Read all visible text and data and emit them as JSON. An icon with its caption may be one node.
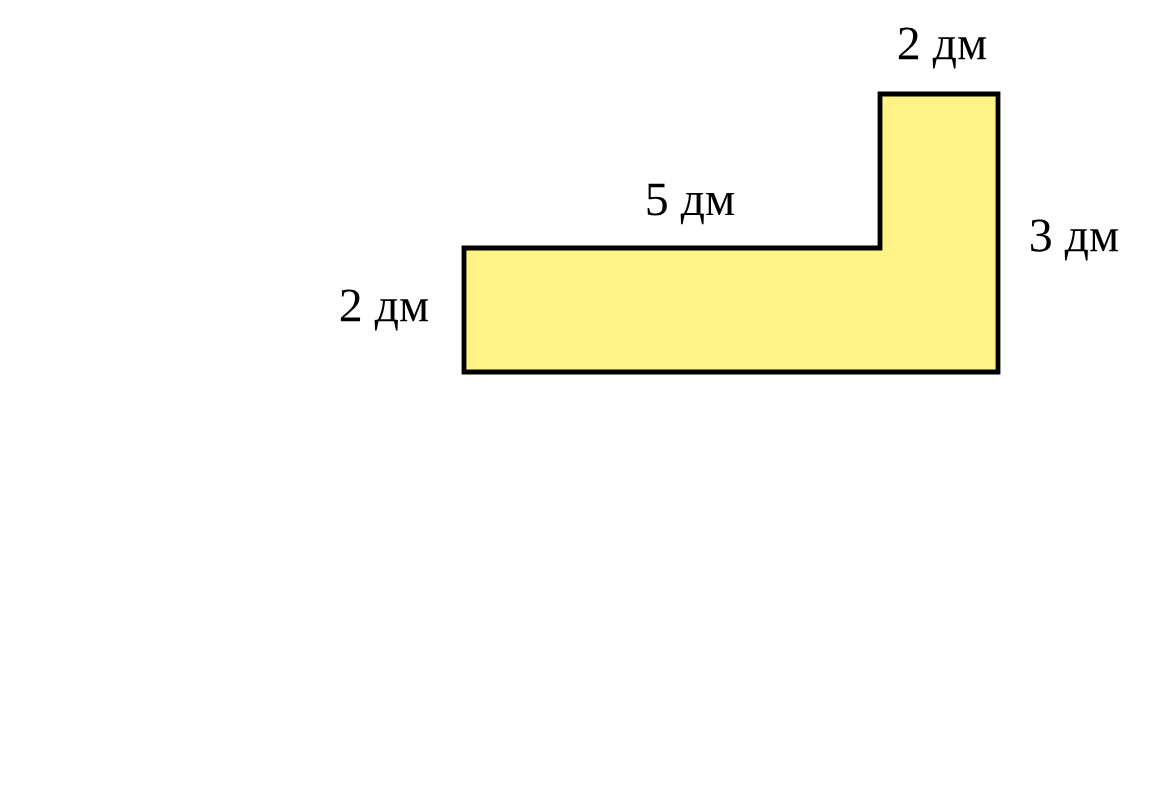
{
  "diagram": {
    "labels": [
      "2 дм",
      "5 дм",
      "3 дм",
      "2 дм"
    ]
  }
}
